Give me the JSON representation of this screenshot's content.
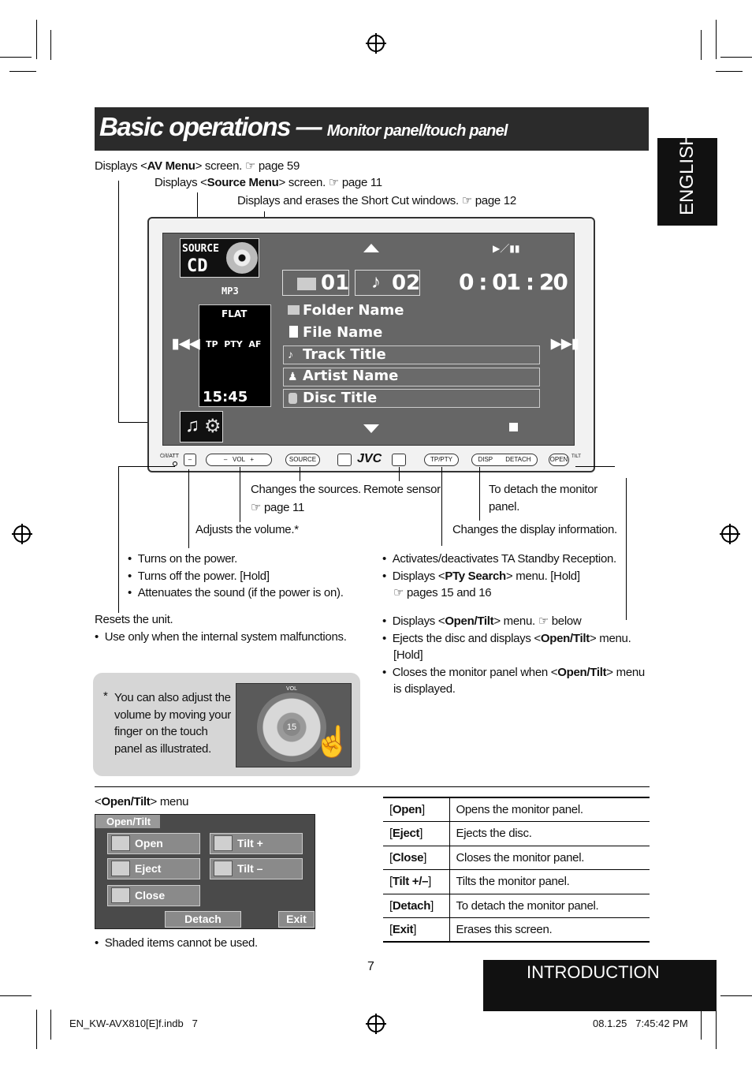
{
  "title": {
    "main": "Basic operations —",
    "sub": "Monitor panel/touch panel"
  },
  "language_tab": "ENGLISH",
  "callouts_top": {
    "av_menu": {
      "pre": "Displays <",
      "bold": "AV Menu",
      "post": "> screen. ☞ page 59"
    },
    "source_menu": {
      "pre": "Displays <",
      "bold": "Source Menu",
      "post": "> screen. ☞ page 11"
    },
    "short_cut": "Displays and erases the Short Cut windows. ☞ page 12"
  },
  "screen": {
    "source_label": "SOURCE",
    "source_value": "CD",
    "format": "MP3",
    "sound_mode": "FLAT",
    "indicators": "TP  PTY  AF",
    "clock": "15:45",
    "folder_no": "01",
    "track_no": "02",
    "elapsed": "0 : 01 : 20",
    "rows": [
      "Folder Name",
      "File Name",
      "Track Title",
      "Artist Name",
      "Disc Title"
    ],
    "play_pause": "▶／▮▮"
  },
  "device_buttons": {
    "power": "⏻/I/ATT",
    "minus": "–",
    "vol": "–   VOL   +",
    "source": "SOURCE",
    "brand": "JVC",
    "tp_pty": "TP/PTY",
    "disp": "DISP",
    "detach": "DETACH",
    "open": "OPEN",
    "tilt": "TILT"
  },
  "callouts_bottom": {
    "sources": "Changes the sources.",
    "sources_page": "☞ page 11",
    "remote": "Remote sensor",
    "detach_1": "To detach the monitor",
    "detach_2": "panel.",
    "volume": "Adjusts the volume.*",
    "display_info": "Changes the display information.",
    "power_list": [
      "Turns on the power.",
      "Turns off the power. [Hold]",
      "Attenuates the sound (if the power is on)."
    ],
    "ta_list": [
      "Activates/deactivates TA Standby Reception."
    ],
    "pty_pre": "Displays <",
    "pty_bold": "PTy Search",
    "pty_post": "> menu. [Hold]",
    "pty_pages": "☞ pages 15 and 16",
    "reset": "Resets the unit.",
    "reset_note": "Use only when the internal system malfunctions.",
    "open_1_pre": "Displays <",
    "open_1_bold": "Open/Tilt",
    "open_1_post": "> menu. ☞ below",
    "open_2_pre": "Ejects the disc and displays <",
    "open_2_bold": "Open/Tilt",
    "open_2_post": "> menu.",
    "open_2_hold": "[Hold]",
    "open_3_pre": "Closes the monitor panel when <",
    "open_3_bold": "Open/Tilt",
    "open_3_post": "> menu",
    "open_3_end": "is displayed."
  },
  "note": {
    "star": "*",
    "lines": [
      "You can also adjust the",
      "volume by moving your",
      "finger on the touch",
      "panel as illustrated."
    ],
    "vol_label": "VOL",
    "vol_value": "15"
  },
  "menu": {
    "caption_pre": "<",
    "caption_bold": "Open/Tilt",
    "caption_post": "> menu",
    "header": "Open/Tilt",
    "buttons": [
      "Open",
      "Tilt +",
      "Eject",
      "Tilt –",
      "Close"
    ],
    "detach": "Detach",
    "exit": "Exit",
    "note": "Shaded items cannot be used."
  },
  "key_table": [
    {
      "key": "Open",
      "desc": "Opens the monitor panel."
    },
    {
      "key": "Eject",
      "desc": "Ejects the disc."
    },
    {
      "key": "Close",
      "desc": "Closes the monitor panel."
    },
    {
      "key": "Tilt +/–",
      "desc": "Tilts the monitor panel."
    },
    {
      "key": "Detach",
      "desc": "To detach the monitor panel."
    },
    {
      "key": "Exit",
      "desc": "Erases this screen."
    }
  ],
  "page_number": "7",
  "section_tab": "INTRODUCTION",
  "footer": {
    "file": "EN_KW-AVX810[E]f.indb   7",
    "date": "08.1.25   7:45:42 PM"
  }
}
